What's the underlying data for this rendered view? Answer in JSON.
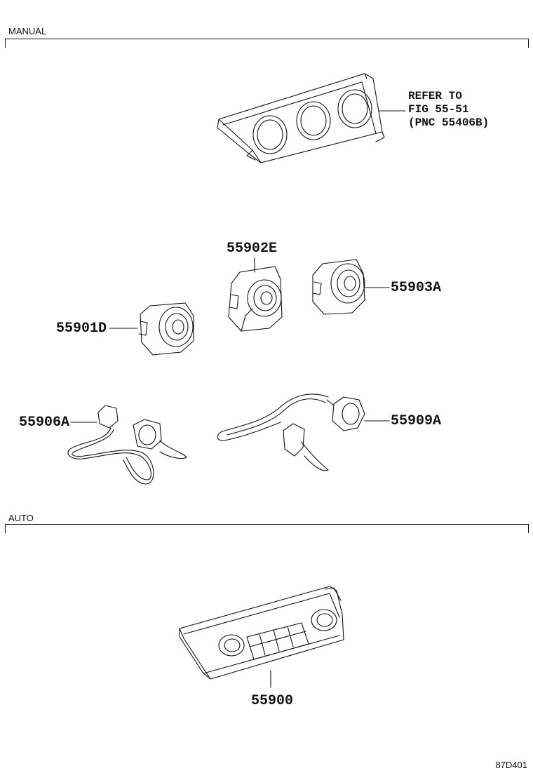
{
  "sections": {
    "manual": "MANUAL",
    "auto": "AUTO"
  },
  "reference": {
    "line1": "REFER TO",
    "line2": "FIG 55-51",
    "line3": "(PNC 55406B)"
  },
  "parts": {
    "p55902E": "55902E",
    "p55903A": "55903A",
    "p55901D": "55901D",
    "p55906A": "55906A",
    "p55909A": "55909A",
    "p55900": "55900"
  },
  "diagram_code": "87D401"
}
